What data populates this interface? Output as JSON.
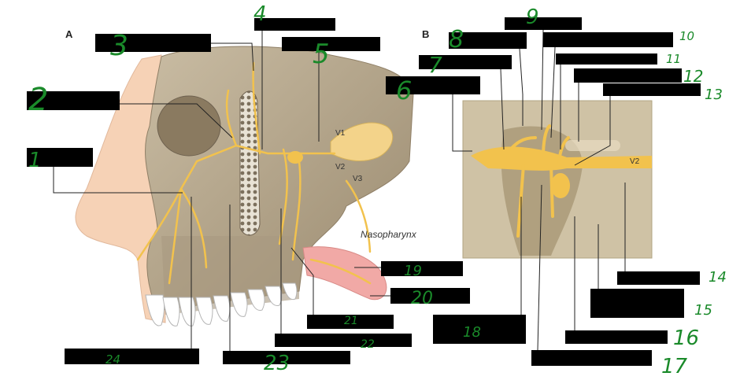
{
  "panels": {
    "a": "A",
    "b": "B"
  },
  "anatomy_labels": {
    "v1": "V1",
    "v2": "V2",
    "v3": "V3",
    "v2_b": "V2",
    "nasopharynx": "Nasopharynx"
  },
  "handwritten_numbers": {
    "n1": "1",
    "n2": "2",
    "n3": "3",
    "n4": "4",
    "n5": "5",
    "n6": "6",
    "n7": "7",
    "n8": "8",
    "n9": "9",
    "n10": "10",
    "n11": "11",
    "n12": "12",
    "n13": "13",
    "n14": "14",
    "n15": "15",
    "n16": "16",
    "n17": "17",
    "n18": "18",
    "n19": "19",
    "n20": "20",
    "n21": "21",
    "n22": "22",
    "n23": "23",
    "n24": "24"
  },
  "colors": {
    "nerve": "#f2c24d",
    "bone": "#b8a88c",
    "skin": "#f6d2b6",
    "tongue": "#f1a9a6",
    "ink": "#1a8a2a",
    "redaction": "#000000"
  }
}
